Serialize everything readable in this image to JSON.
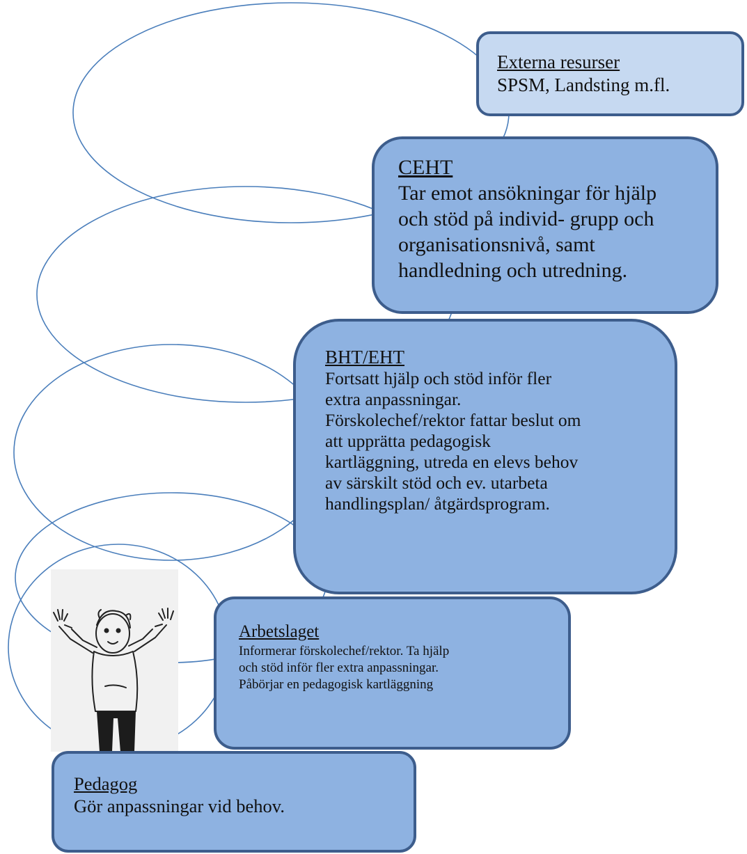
{
  "colors": {
    "ellipse_stroke": "#4a7ebb",
    "box_fill_light": "#c6d9f1",
    "box_fill": "#8eb2e1",
    "box_border": "#3d5d8c"
  },
  "levels": [
    {
      "title": "Externa resurser",
      "lines": [
        "SPSM, Landsting m.fl."
      ]
    },
    {
      "title": "CEHT",
      "lines": [
        "Tar emot ansökningar för hjälp",
        "och stöd på individ- grupp och",
        "organisationsnivå, samt",
        "handledning och utredning."
      ]
    },
    {
      "title": "BHT/EHT",
      "lines": [
        "Fortsatt hjälp och stöd inför fler",
        "extra anpassningar.",
        "Förskolechef/rektor fattar beslut om",
        "att upprätta pedagogisk",
        "kartläggning, utreda en elevs behov",
        "av särskilt stöd och ev. utarbeta",
        "handlingsplan/ åtgärdsprogram."
      ]
    },
    {
      "title": "Arbetslaget",
      "lines": [
        "Informerar förskolechef/rektor. Ta hjälp",
        "och stöd inför fler extra anpassningar.",
        "Påbörjar en pedagogisk kartläggning"
      ]
    },
    {
      "title": "Pedagog",
      "lines": [
        "Gör anpassningar vid behov."
      ]
    }
  ],
  "illustration": {
    "icon": "child-drawing-icon"
  }
}
